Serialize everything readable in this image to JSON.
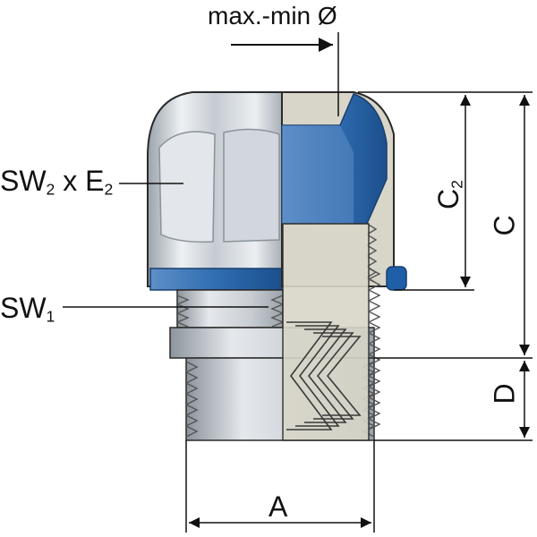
{
  "labels": {
    "title": "max.-min Ø",
    "sw2_base": "SW",
    "sw2_sub": "2",
    "sw2_mid": " x E",
    "e2_sub": "2",
    "sw1_base": "SW",
    "sw1_sub": "1",
    "a": "A",
    "c": "C",
    "c2_base": "C",
    "c2_sub": "2",
    "d": "D"
  },
  "colors": {
    "seal_blue": "#1f5fa8",
    "seal_blue_light": "#6f9fd6",
    "metal_light": "#e9ecf0",
    "metal_mid": "#b9c0c8",
    "metal_dark": "#7d858e",
    "section_beige": "#d8d6c8",
    "outline": "#2a2a2a"
  }
}
